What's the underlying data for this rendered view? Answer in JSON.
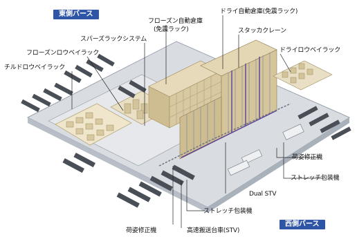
{
  "badges": {
    "east_berth": "東側バース",
    "west_berth": "西側バース"
  },
  "labels": {
    "frozen_auto_warehouse": "フローズン自動倉庫",
    "frozen_auto_warehouse_sub": "(免震ラック)",
    "dry_auto_warehouse": "ドライ自動倉庫(免震ラック)",
    "stacker_crane": "スタッカクレーン",
    "sparse_rack_system": "スパーズラックシステム",
    "frozen_low_bay_rack": "フローズンロウベイラック",
    "chilled_low_bay_rack": "チルドロウベイラック",
    "dry_low_bay_rack": "ドライロウベイラック",
    "load_correction_machine_right": "荷姿修正機",
    "stretch_wrapper_right": "ストレッチ包装機",
    "dual_stv": "Dual STV",
    "stretch_wrapper_bottom": "ストレッチ包装機",
    "load_correction_machine_bottom": "荷姿修正機",
    "high_speed_stv": "高速搬送台車(STV)"
  },
  "colors": {
    "badge_blue": "#2f56a6",
    "floor": "#d9dde2",
    "rack_beige": "#d8c9a3",
    "rack_frame": "#7a8aa6",
    "crane_purple": "#5b3f9a",
    "truck_dark": "#4a4f57"
  }
}
